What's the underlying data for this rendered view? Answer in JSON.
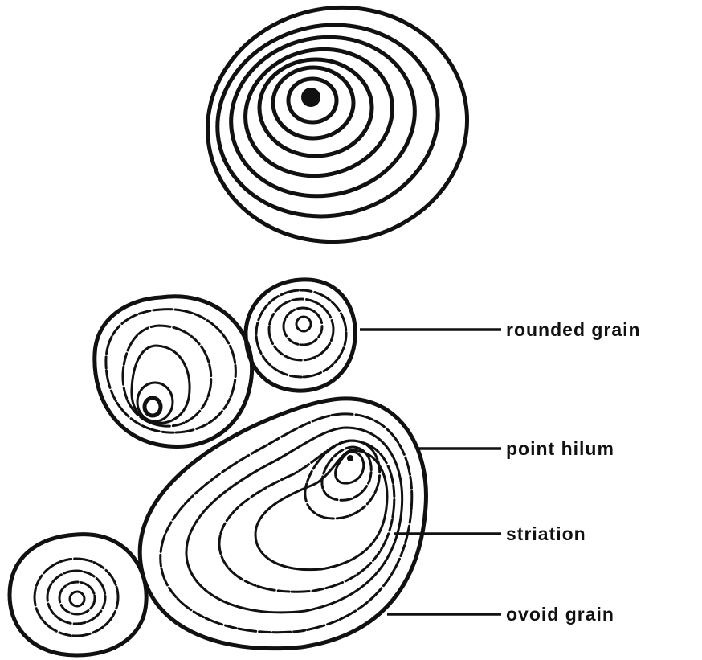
{
  "labels": {
    "rounded_grain": "rounded grain",
    "point_hilum": "point hilum",
    "striation": "striation",
    "ovoid_grain": "ovoid grain"
  },
  "colors": {
    "ink": "#111111",
    "background": "#ffffff"
  }
}
